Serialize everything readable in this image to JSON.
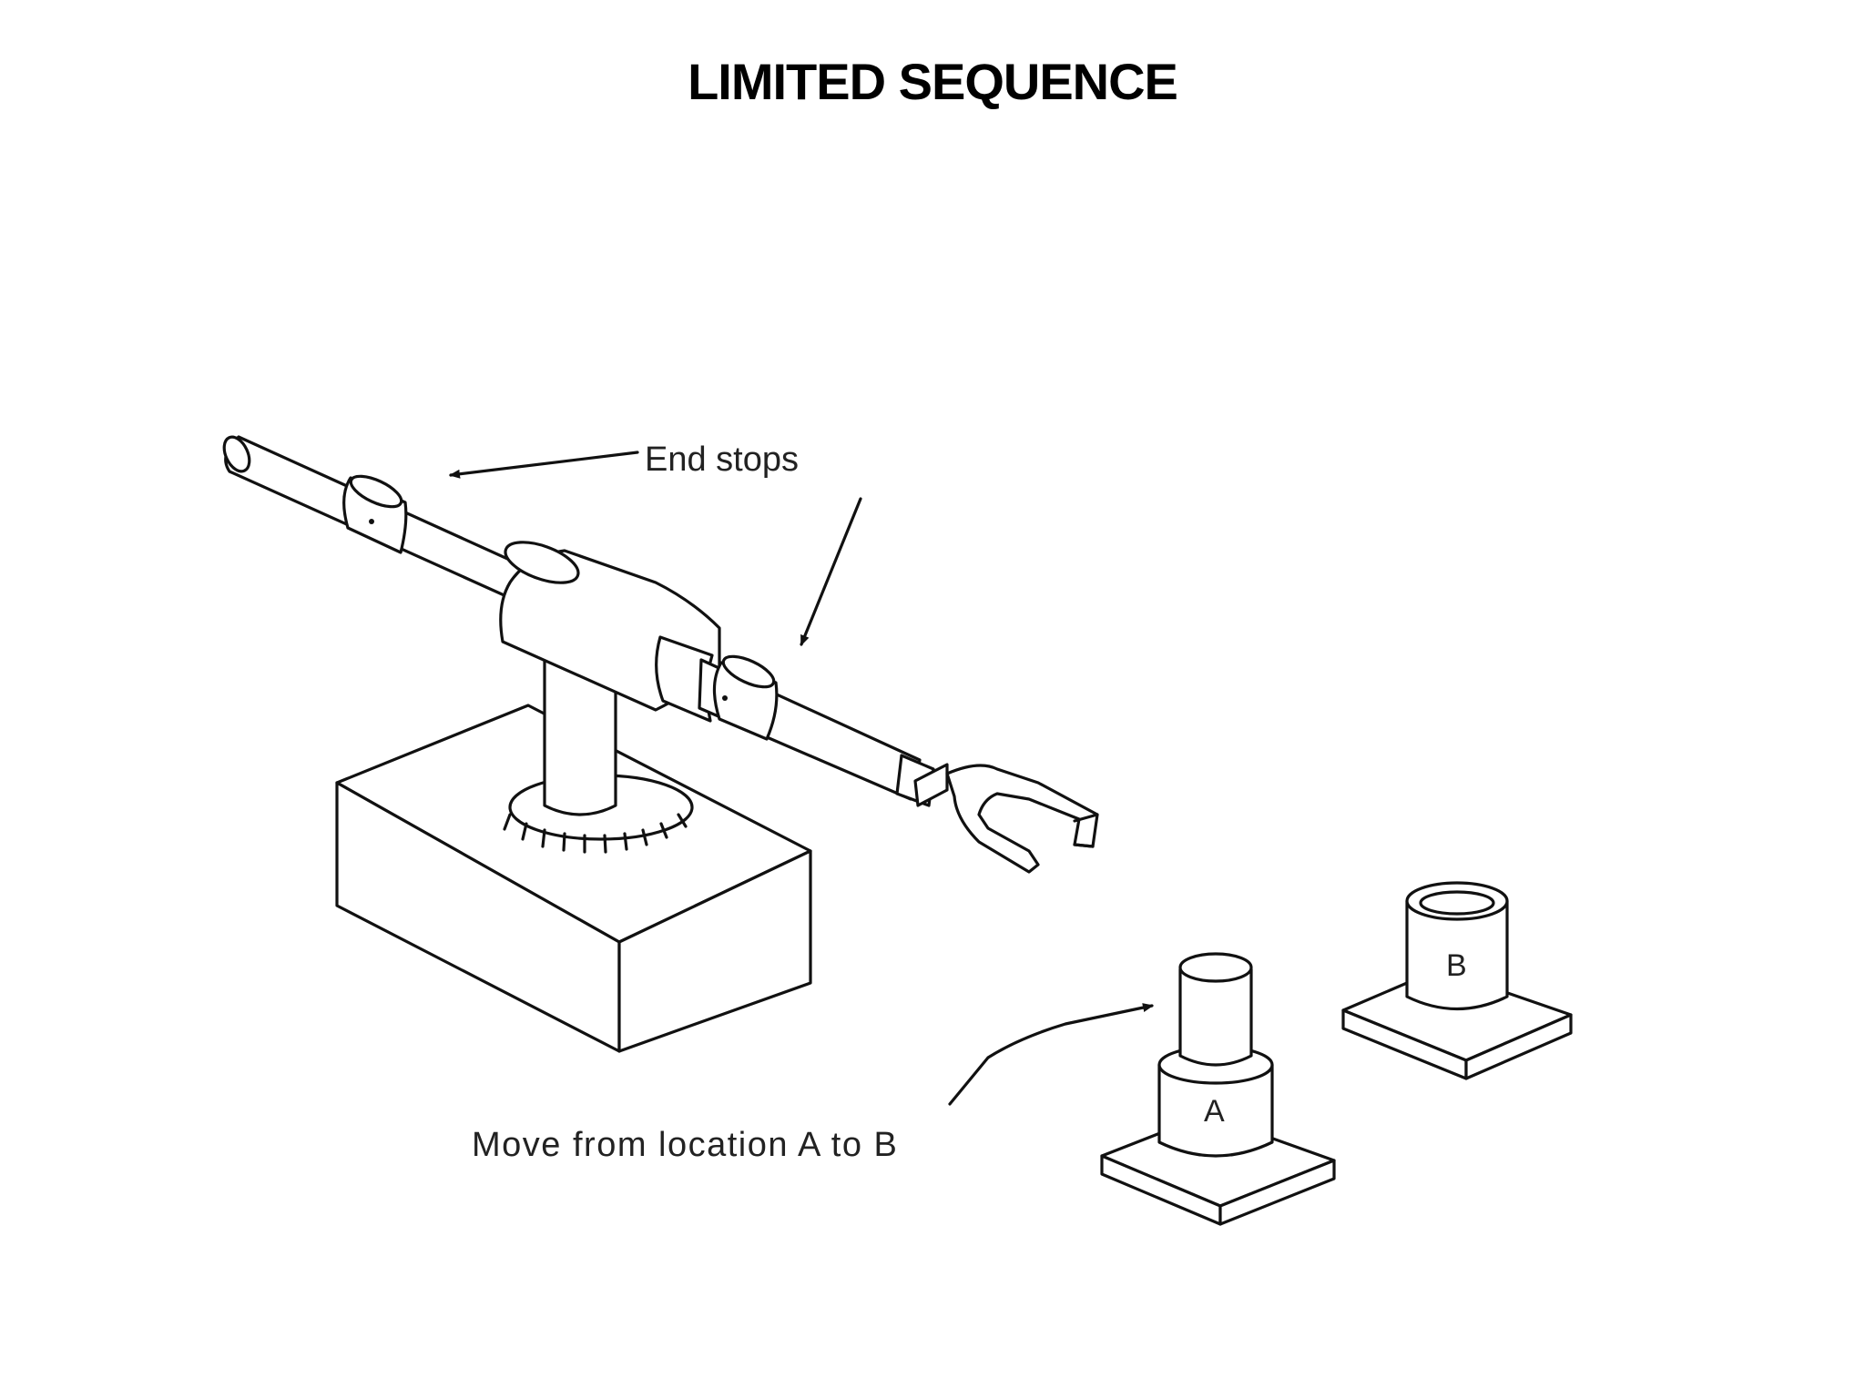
{
  "title": "LIMITED SEQUENCE",
  "labels": {
    "end_stops": "End stops",
    "move": "Move from location A to B",
    "location_a": "A",
    "location_b": "B"
  },
  "colors": {
    "ink": "#111111",
    "background": "#ffffff"
  }
}
